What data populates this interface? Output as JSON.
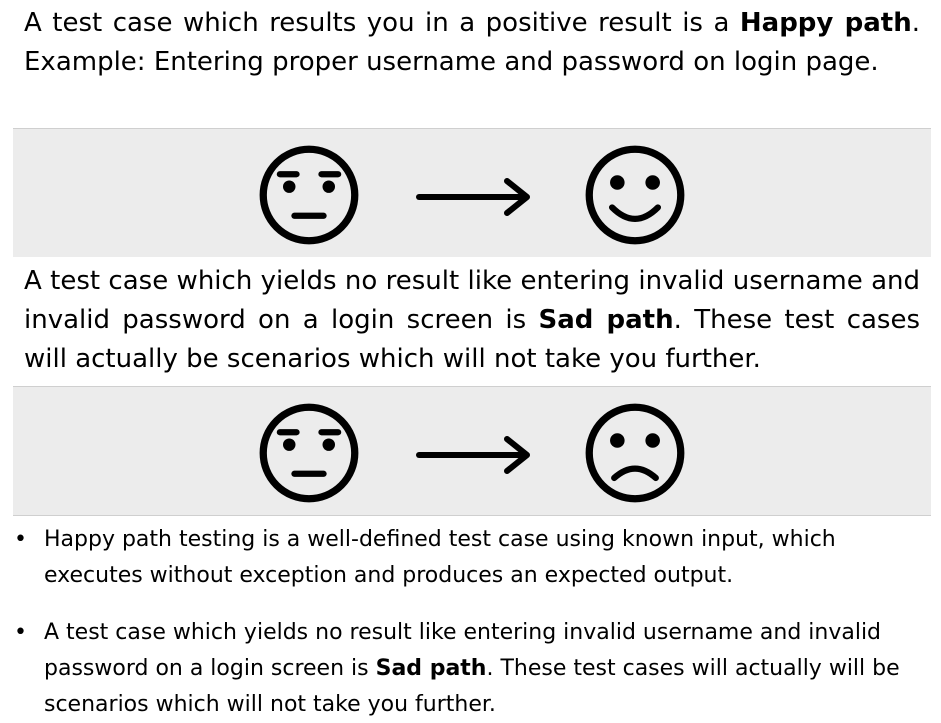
{
  "intro": {
    "text_a": "A test case which results you in a positive result is a ",
    "bold": "Happy path",
    "text_b": ". Example: Entering proper username and password on login page."
  },
  "sad_intro": {
    "text_a": "A test case which yields no result like entering invalid username and invalid password on a login screen is ",
    "bold": "Sad path",
    "text_b": ". These test cases will actually be scenarios which will not take you further."
  },
  "diagrams": [
    {
      "from_icon": "neutral-face-icon",
      "arrow_icon": "right-arrow-icon",
      "to_icon": "smiling-face-icon"
    },
    {
      "from_icon": "neutral-face-icon",
      "arrow_icon": "right-arrow-icon",
      "to_icon": "frowning-face-icon"
    }
  ],
  "bullets": [
    {
      "marker": "•",
      "text_a": "Happy path testing is a well-defined test case using known input, which executes without exception and produces an expected output.",
      "bold": "",
      "text_b": ""
    },
    {
      "marker": "•",
      "text_a": "A test case which yields no result like entering invalid username and invalid password on a login screen is ",
      "bold": "Sad path",
      "text_b": ". These test cases will actually will be scenarios which will not take you further."
    }
  ]
}
